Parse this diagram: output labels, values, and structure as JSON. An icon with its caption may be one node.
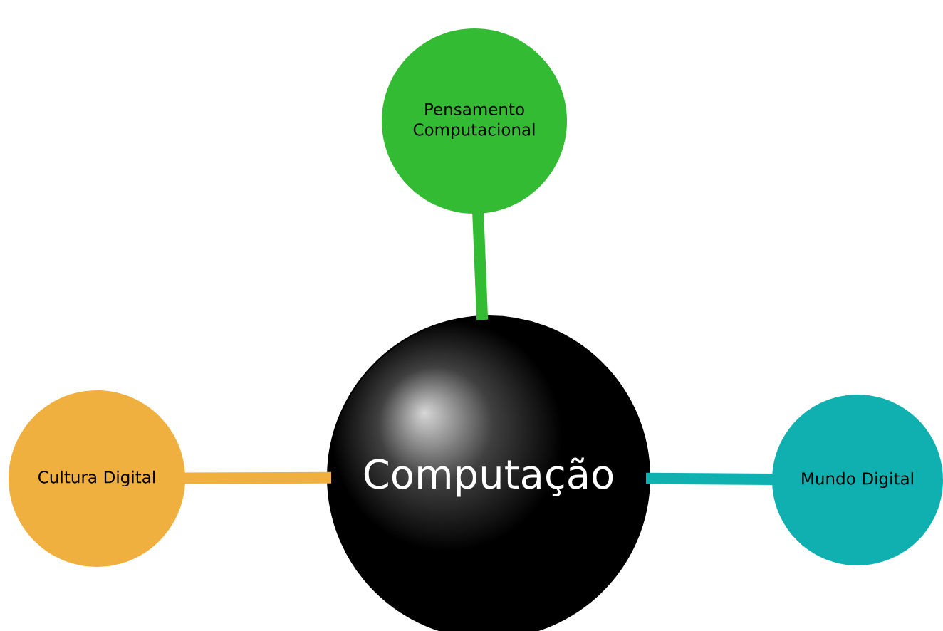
{
  "diagram": {
    "nodes": [
      {
        "text": [
          "Computação"
        ]
      },
      {
        "text": [
          "Pensamento Computacional"
        ]
      },
      {
        "text": [
          "Cultura Digital"
        ]
      },
      {
        "text": [
          "Mundo Digital"
        ]
      }
    ],
    "edges": [
      {
        "from": 0,
        "to": 1,
        "arrow": "none",
        "color": "#33bb33"
      },
      {
        "from": 0,
        "to": 2,
        "arrow": "none",
        "color": "#f0b040"
      },
      {
        "from": 0,
        "to": 3,
        "arrow": "none",
        "color": "#10b0b0"
      }
    ]
  }
}
